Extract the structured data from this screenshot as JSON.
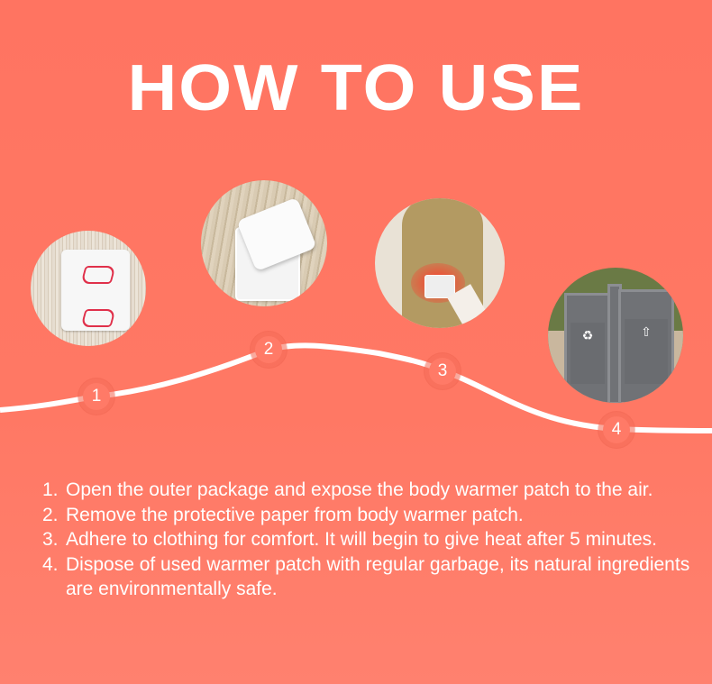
{
  "header": {
    "title": "HOW TO USE"
  },
  "colors": {
    "background": "#ff7662",
    "text": "#ffffff",
    "track": "#ffffff"
  },
  "steps_visual": [
    {
      "number": "1",
      "image": "sealed-warmer-packet-photo"
    },
    {
      "number": "2",
      "image": "peeling-protective-paper-photo"
    },
    {
      "number": "3",
      "image": "patch-on-clothing-photo"
    },
    {
      "number": "4",
      "image": "garbage-bins-photo"
    }
  ],
  "instructions": [
    {
      "num": "1.",
      "text": "Open the outer package and expose the body warmer patch to the air."
    },
    {
      "num": "2.",
      "text": "Remove the protective paper from body warmer patch."
    },
    {
      "num": "3.",
      "text": "Adhere to clothing for comfort. It will begin to give heat after 5 minutes."
    },
    {
      "num": "4.",
      "text": "Dispose of used warmer patch with regular garbage, its natural ingredients are environmentally safe."
    }
  ]
}
